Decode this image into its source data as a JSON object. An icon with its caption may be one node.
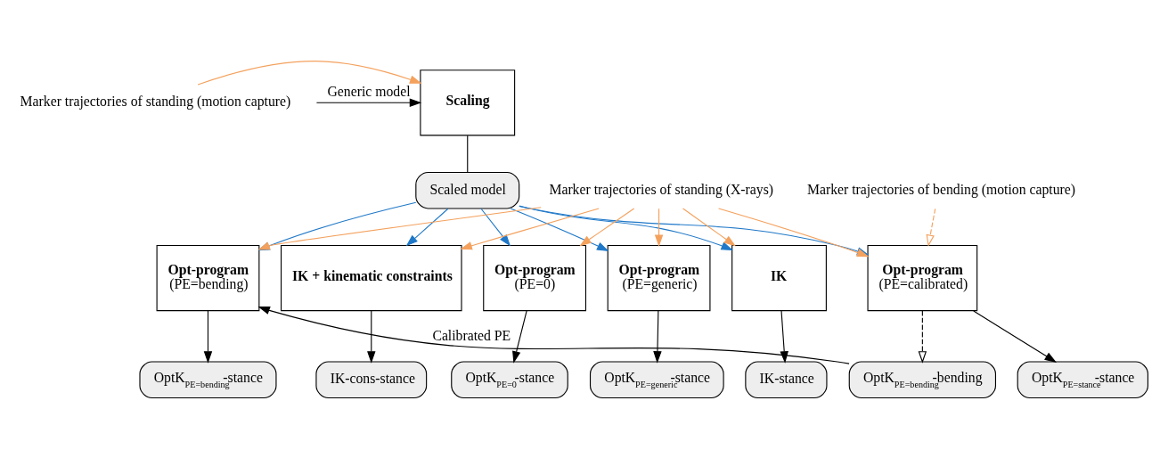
{
  "diagram": {
    "nodes": [
      {
        "text": [
          "Scaling"
        ]
      },
      {
        "text": [
          "Scaled model"
        ]
      },
      {
        "text": [
          "Marker trajectories of standing (motion capture)"
        ]
      },
      {
        "text": [
          "Marker trajectories of standing (X-rays)"
        ]
      },
      {
        "text": [
          "Marker trajectories of bending (motion capture)"
        ]
      },
      {
        "text": [
          "IK"
        ]
      },
      {
        "text": [
          "IK + kinematic constraints"
        ]
      },
      {
        "text": [
          "Opt-program",
          "(PE=0)"
        ]
      },
      {
        "text": [
          "Opt-program",
          "(PE=generic)"
        ]
      },
      {
        "text": [
          "Opt-program",
          "(PE=calibrated)"
        ]
      },
      {
        "text": [
          "Opt-program",
          "(PE=bending)"
        ]
      },
      {
        "text": [
          "IK-stance"
        ]
      },
      {
        "text": [
          "IK-cons-stance"
        ]
      },
      {
        "text": [
          "OptK$_{PE=0}$-stance"
        ]
      },
      {
        "text": [
          "OptK$_{PE=generic}$-stance"
        ]
      },
      {
        "text": [
          "OptK$_{PE=bending}$-bending"
        ]
      },
      {
        "text": [
          "OptK$_{PE=stance}$-stance"
        ]
      },
      {
        "text": [
          "OptK$_{PE=bending}$-stance"
        ]
      }
    ],
    "edges": [
      {
        "from": null,
        "to": 0,
        "arrow": "to",
        "label": "Generic model"
      },
      {
        "from": 2,
        "to": 0,
        "arrow": "to",
        "color": "#f4a15d"
      },
      {
        "from": 0,
        "to": 1,
        "arrow": "none"
      },
      {
        "from": 1,
        "to": 5,
        "arrow": "to",
        "color": "#1f78c8"
      },
      {
        "from": 1,
        "to": 6,
        "arrow": "to",
        "color": "#1f78c8"
      },
      {
        "from": 1,
        "to": 7,
        "arrow": "to",
        "color": "#1f78c8"
      },
      {
        "from": 1,
        "to": 8,
        "arrow": "to",
        "color": "#1f78c8"
      },
      {
        "from": 1,
        "to": 9,
        "arrow": "to",
        "color": "#1f78c8"
      },
      {
        "from": 1,
        "to": 10,
        "arrow": "to",
        "color": "#1f78c8"
      },
      {
        "from": 3,
        "to": 5,
        "arrow": "to",
        "color": "#f4a15d"
      },
      {
        "from": 3,
        "to": 6,
        "arrow": "to",
        "color": "#f4a15d"
      },
      {
        "from": 3,
        "to": 7,
        "arrow": "to",
        "color": "#f4a15d"
      },
      {
        "from": 3,
        "to": 8,
        "arrow": "to",
        "color": "#f4a15d"
      },
      {
        "from": 3,
        "to": 9,
        "arrow": "to",
        "color": "#f4a15d"
      },
      {
        "from": 3,
        "to": 10,
        "arrow": "to",
        "color": "#f4a15d"
      },
      {
        "from": 4,
        "to": 9,
        "arrow": "to",
        "style": "dashed",
        "color": "#f4a15d"
      },
      {
        "from": 5,
        "to": 11,
        "arrow": "to"
      },
      {
        "from": 6,
        "to": 12,
        "arrow": "to"
      },
      {
        "from": 7,
        "to": 13,
        "arrow": "to"
      },
      {
        "from": 8,
        "to": 14,
        "arrow": "to"
      },
      {
        "from": 9,
        "to": 15,
        "arrow": "to",
        "style": "dashed"
      },
      {
        "from": 9,
        "to": 16,
        "arrow": "to"
      },
      {
        "from": 15,
        "to": 10,
        "arrow": "to",
        "label": "Calibrated PE"
      },
      {
        "from": 10,
        "to": 17,
        "arrow": "to"
      }
    ]
  }
}
